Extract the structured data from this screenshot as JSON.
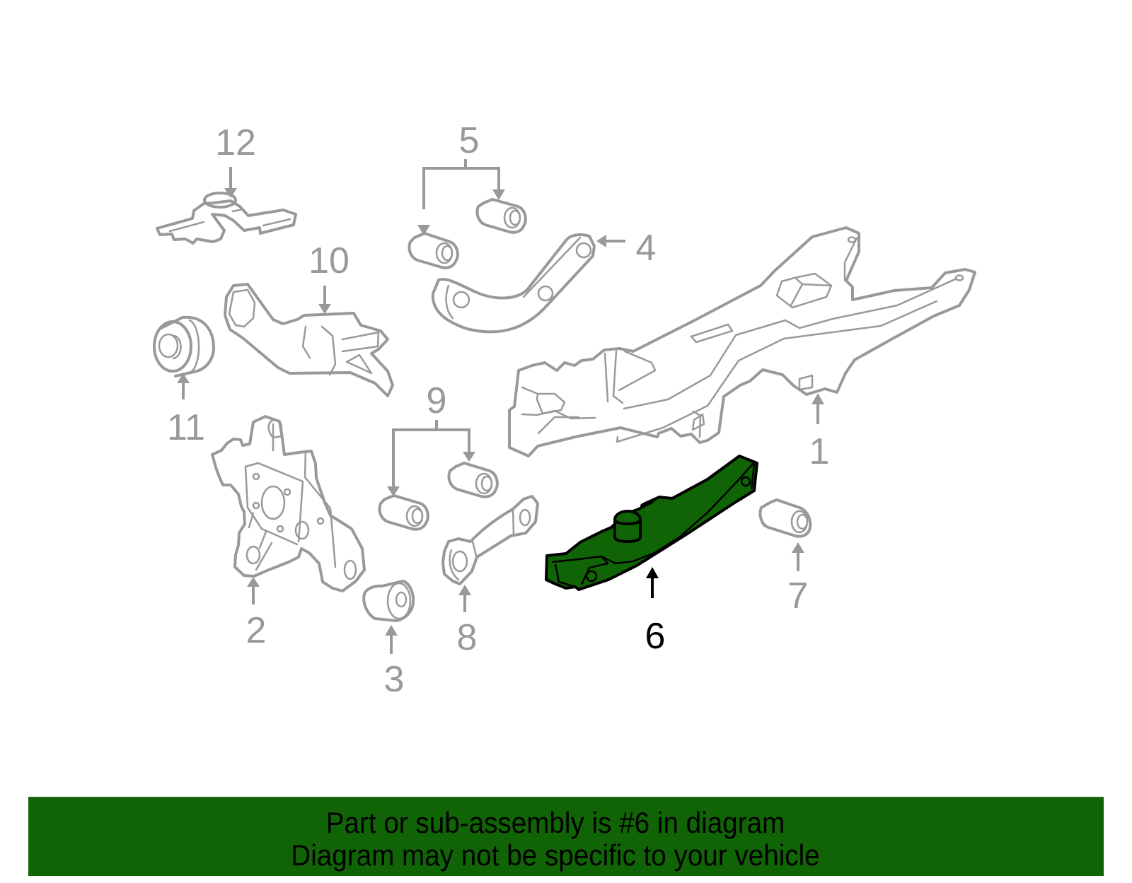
{
  "diagram": {
    "title": "Rear suspension components exploded diagram",
    "highlighted_part": "6",
    "highlight_color": "#116405",
    "outline_color": "#999999",
    "parts": [
      {
        "number": "1",
        "name": "crossmember-subframe"
      },
      {
        "number": "2",
        "name": "knuckle"
      },
      {
        "number": "3",
        "name": "knuckle-bushing"
      },
      {
        "number": "4",
        "name": "upper-control-arm"
      },
      {
        "number": "5",
        "name": "upper-arm-bushings"
      },
      {
        "number": "6",
        "name": "lower-control-arm",
        "highlighted": true
      },
      {
        "number": "7",
        "name": "lower-arm-bushing"
      },
      {
        "number": "8",
        "name": "toe-link"
      },
      {
        "number": "9",
        "name": "toe-link-bushings"
      },
      {
        "number": "10",
        "name": "trailing-arm-bracket"
      },
      {
        "number": "11",
        "name": "bracket-bushing"
      },
      {
        "number": "12",
        "name": "mount-bracket"
      }
    ]
  },
  "callouts": {
    "c1": "1",
    "c2": "2",
    "c3": "3",
    "c4": "4",
    "c5": "5",
    "c6": "6",
    "c7": "7",
    "c8": "8",
    "c9": "9",
    "c10": "10",
    "c11": "11",
    "c12": "12"
  },
  "banner": {
    "line1": "Part or sub-assembly is #6 in diagram",
    "line2": "Diagram may not be specific to your vehicle",
    "background": "#116405"
  }
}
